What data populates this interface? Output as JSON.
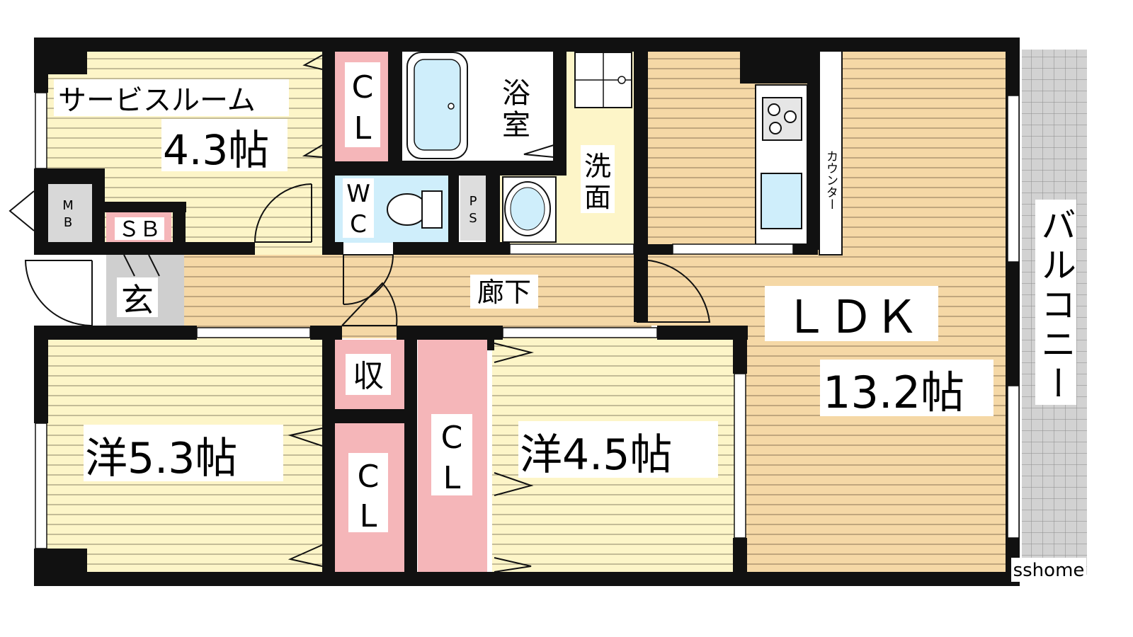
{
  "rooms": {
    "service_room": {
      "name": "サービスルーム",
      "size": "4.3帖"
    },
    "western_1": {
      "label": "洋5.3帖"
    },
    "western_2": {
      "label": "洋4.5帖"
    },
    "ldk": {
      "name": "ＬＤＫ",
      "size": "13.2帖"
    },
    "bath": {
      "line1": "浴",
      "line2": "室"
    },
    "washroom": {
      "line1": "洗",
      "line2": "面"
    },
    "wc": {
      "line1": "W",
      "line2": "C"
    },
    "ps": {
      "line1": "P",
      "line2": "S"
    },
    "mb": {
      "line1": "M",
      "line2": "B"
    },
    "sb": {
      "label": "ＳＢ"
    },
    "entrance": {
      "label": "玄"
    },
    "hallway": {
      "label": "廊下"
    },
    "storage": {
      "label": "収"
    },
    "counter": {
      "label": "カウンター"
    },
    "balcony": {
      "label": "バルコニー"
    }
  },
  "closets": {
    "cl_1": {
      "line1": "C",
      "line2": "L"
    },
    "cl_2": {
      "line1": "C",
      "line2": "L"
    },
    "cl_3": {
      "line1": "C",
      "line2": "L"
    }
  },
  "watermark": "sshome",
  "colors": {
    "wall": "#111111",
    "tatami_yellow": "#fdf5c8",
    "wood_floor": "#f5d8a6",
    "closet_pink": "#f5b6b9",
    "wet_blue": "#cfeefb",
    "balcony_grey": "#d2d2d2"
  }
}
